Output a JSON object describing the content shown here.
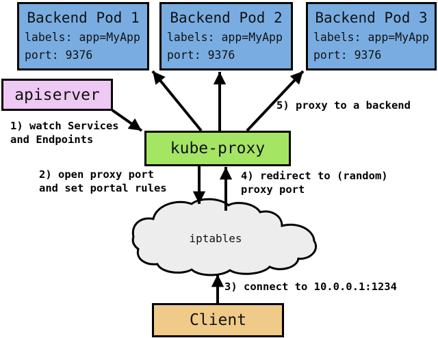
{
  "pods": [
    {
      "title": "Backend Pod 1",
      "labels": "labels: app=MyApp",
      "port": "port: 9376"
    },
    {
      "title": "Backend Pod 2",
      "labels": "labels: app=MyApp",
      "port": "port: 9376"
    },
    {
      "title": "Backend Pod 3",
      "labels": "labels: app=MyApp",
      "port": "port: 9376"
    }
  ],
  "apiserver": {
    "label": "apiserver"
  },
  "kube_proxy": {
    "label": "kube-proxy"
  },
  "iptables": {
    "label": "iptables"
  },
  "client": {
    "label": "Client"
  },
  "annotations": {
    "step1_line1": "1) watch Services",
    "step1_line2": "and Endpoints",
    "step2_line1": "2) open proxy port",
    "step2_line2": "and set portal rules",
    "step3_line1": "3) connect to 10.0.0.1:1234",
    "step4_line1": "4) redirect to (random)",
    "step4_line2": "proxy port",
    "step5_line1": "5) proxy to a backend"
  },
  "colors": {
    "pod_fill": "#79ADE2",
    "apiserver_fill": "#EEC9F3",
    "kube_proxy_fill": "#A5E564",
    "client_fill": "#F0CA88",
    "cloud_fill": "#EDEDED",
    "border": "#000000"
  }
}
